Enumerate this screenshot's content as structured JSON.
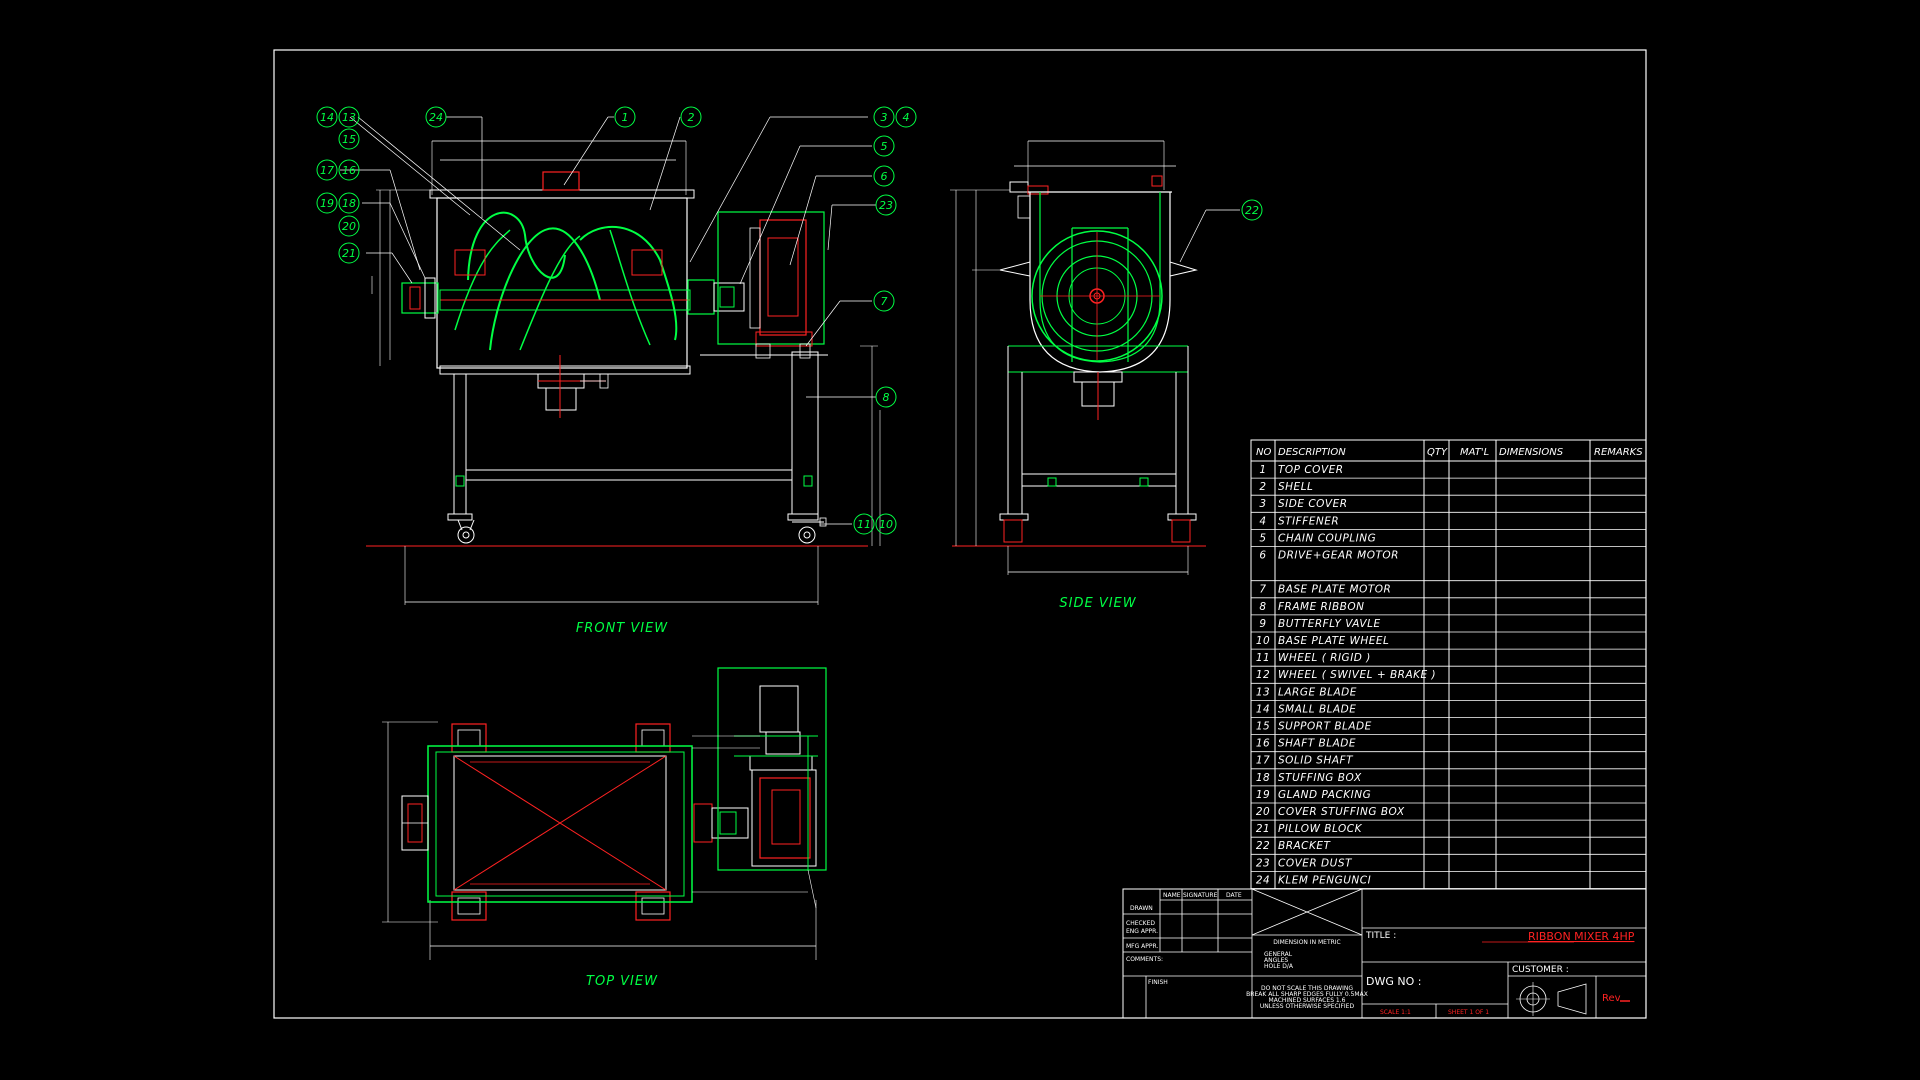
{
  "views": {
    "front": "FRONT VIEW",
    "side": "SIDE VIEW",
    "top": "TOP VIEW"
  },
  "bom": {
    "headers": [
      "NO",
      "DESCRIPTION",
      "QTY",
      "MAT'L",
      "DIMENSIONS",
      "REMARKS"
    ],
    "rows": [
      {
        "no": "1",
        "desc": "TOP COVER"
      },
      {
        "no": "2",
        "desc": "SHELL"
      },
      {
        "no": "3",
        "desc": "SIDE COVER"
      },
      {
        "no": "4",
        "desc": "STIFFENER"
      },
      {
        "no": "5",
        "desc": "CHAIN COUPLING"
      },
      {
        "no": "6",
        "desc": "DRIVE+GEAR MOTOR"
      },
      {
        "no": "7",
        "desc": "BASE PLATE MOTOR"
      },
      {
        "no": "8",
        "desc": "FRAME RIBBON"
      },
      {
        "no": "9",
        "desc": "BUTTERFLY VAVLE"
      },
      {
        "no": "10",
        "desc": "BASE PLATE WHEEL"
      },
      {
        "no": "11",
        "desc": "WHEEL ( RIGID )"
      },
      {
        "no": "12",
        "desc": "WHEEL ( SWIVEL + BRAKE )"
      },
      {
        "no": "13",
        "desc": "LARGE BLADE"
      },
      {
        "no": "14",
        "desc": "SMALL BLADE"
      },
      {
        "no": "15",
        "desc": "SUPPORT BLADE"
      },
      {
        "no": "16",
        "desc": "SHAFT BLADE"
      },
      {
        "no": "17",
        "desc": "SOLID SHAFT"
      },
      {
        "no": "18",
        "desc": "STUFFING BOX"
      },
      {
        "no": "19",
        "desc": "GLAND PACKING"
      },
      {
        "no": "20",
        "desc": "COVER STUFFING BOX"
      },
      {
        "no": "21",
        "desc": "PILLOW BLOCK"
      },
      {
        "no": "22",
        "desc": "BRACKET"
      },
      {
        "no": "23",
        "desc": "COVER DUST"
      },
      {
        "no": "24",
        "desc": "KLEM PENGUNCI"
      }
    ]
  },
  "balloons": [
    "14",
    "13",
    "15",
    "24",
    "1",
    "2",
    "3",
    "4",
    "5",
    "6",
    "23",
    "17",
    "16",
    "19",
    "18",
    "20",
    "21",
    "7",
    "8",
    "11",
    "10",
    "22"
  ],
  "title_block": {
    "col_name": "NAME",
    "col_signature": "SIGNATURE",
    "col_date": "DATE",
    "drawn": "DRAWN",
    "checked": "CHECKED",
    "eng_appr": "ENG APPR.",
    "mfg_appr": "MFG APPR.",
    "comments": "COMMENTS:",
    "finish": "FINISH",
    "dimension_note": "DIMENSION IN METRIC",
    "general": "GENERAL",
    "angles": "ANGLES",
    "hole": "HOLE D/A",
    "note1": "DO NOT SCALE THIS DRAWING",
    "note2": "BREAK ALL SHARP EDGES FULLY 0.5MAX",
    "note3": "MACHINED SURFACES 1.6",
    "note4": "UNLESS OTHERWISE SPECIFIED",
    "title_label": "TITLE :",
    "title_value": "RIBBON MIXER 4HP",
    "dwg_label": "DWG NO :",
    "customer_label": "CUSTOMER :",
    "scale": "SCALE 1:1",
    "sheet": "SHEET 1 OF 1",
    "rev": "Rev"
  },
  "colors": {
    "line": "#ffffff",
    "green": "#00ff44",
    "red": "#ff2222",
    "background": "#000000"
  }
}
